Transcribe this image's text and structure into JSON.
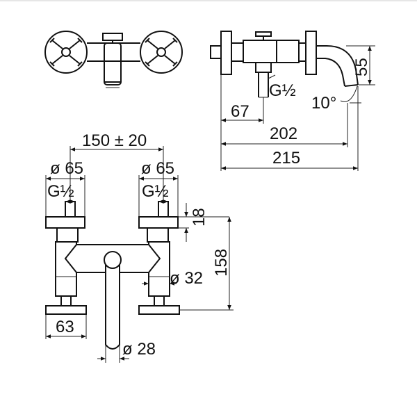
{
  "dimensions": {
    "g_half_side": "G½",
    "d67": "67",
    "d202": "202",
    "d215": "215",
    "d55": "55",
    "angle": "10°",
    "centers": "150 ± 20",
    "dia65_left": "ø 65",
    "dia65_right": "ø 65",
    "g_half_left": "G½",
    "g_half_right": "G½",
    "d18": "18",
    "d158": "158",
    "dia32": "ø 32",
    "d63": "63",
    "dia28": "ø 28"
  }
}
